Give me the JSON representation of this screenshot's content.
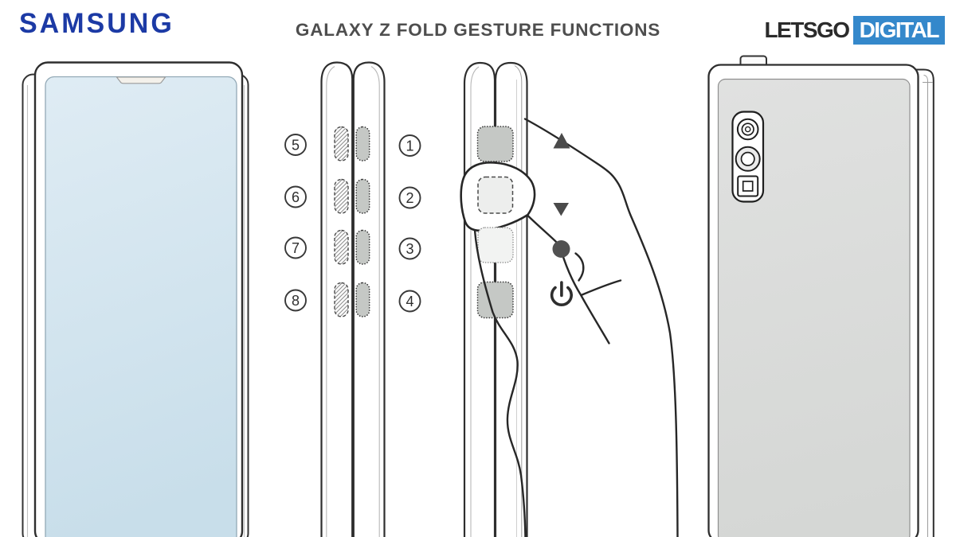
{
  "header": {
    "brand": "SAMSUNG",
    "title": "GALAXY Z FOLD GESTURE FUNCTIONS",
    "publisher": {
      "name_plain": "LETSGO",
      "name_boxed": "DIGITAL"
    }
  },
  "colors": {
    "samsung_blue": "#1C3AA5",
    "letsgo_box_blue": "#3488CB",
    "title_gray": "#4E4E4E",
    "front_screen_blue": "#D9E8F2",
    "back_panel_gray": "#DCDEDC",
    "touch_zone_gray": "#C5C8C5",
    "symbol_gray": "#4A4A4A"
  },
  "edge_view": {
    "left_labels": [
      "5",
      "6",
      "7",
      "8"
    ],
    "right_labels": [
      "1",
      "2",
      "3",
      "4"
    ]
  },
  "gesture_view": {
    "icons": [
      "arrow-up-icon",
      "arrow-down-icon",
      "dot-icon",
      "power-icon"
    ]
  }
}
